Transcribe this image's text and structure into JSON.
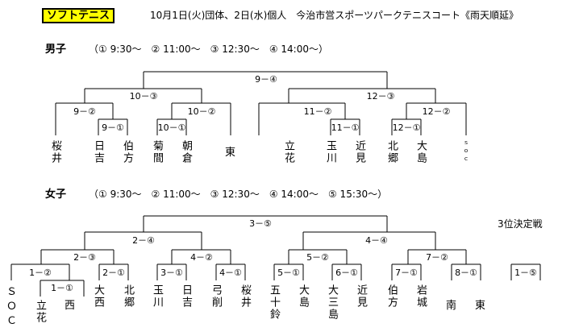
{
  "header": {
    "badge": "ソフトテニス",
    "info": "10月1日(火)団体、2日(水)個人　今治市営スポーツパークテニスコート《雨天順延》"
  },
  "boys": {
    "heading": "男子",
    "schedule": "（① 9:30～　② 11:00～　③ 12:30～　④ 14:00～）",
    "matches": {
      "final": "9－④",
      "l_semi": "10－③",
      "r_semi": "12－③",
      "ll": "9－②",
      "lr": "10－②",
      "rl": "11－②",
      "rr": "12－②",
      "q1": "9－①",
      "q2": "10－①",
      "q3": "11－①",
      "q4": "12－①"
    },
    "teams": [
      [
        "桜",
        "井"
      ],
      [
        "日",
        "吉"
      ],
      [
        "伯",
        "方"
      ],
      [
        "菊",
        "間"
      ],
      [
        "朝",
        "倉"
      ],
      [
        "東",
        ""
      ],
      [
        "立",
        "花"
      ],
      [
        "玉",
        "川"
      ],
      [
        "近",
        "見"
      ],
      [
        "北",
        "郷"
      ],
      [
        "大",
        "島"
      ],
      [
        "ｓ",
        "ｏ",
        "ｃ"
      ]
    ]
  },
  "girls": {
    "heading": "女子",
    "schedule": "（① 9:30～　② 11:00～　③ 12:30～　④ 14:00～　⑤ 15:30～）",
    "third_place_label": "3位決定戦",
    "matches": {
      "final": "3－⑤",
      "l_semi": "2－④",
      "r_semi": "4－④",
      "a": "2－③",
      "b": "4－②",
      "c": "5－②",
      "d": "7－②",
      "e": "1－②",
      "f": "2－①",
      "g": "3－①",
      "h": "4－①",
      "i": "5－①",
      "j": "6－①",
      "k": "7－①",
      "l": "8－①",
      "m": "1－①",
      "third": "1－⑤"
    },
    "teams": [
      [
        "Ｓ",
        "Ｏ",
        "Ｃ"
      ],
      [
        "立",
        "花"
      ],
      [
        "西",
        ""
      ],
      [
        "大",
        "西"
      ],
      [
        "北",
        "郷"
      ],
      [
        "玉",
        "川"
      ],
      [
        "日",
        "吉"
      ],
      [
        "弓",
        "削"
      ],
      [
        "桜",
        "井"
      ],
      [
        "五",
        "十",
        "鈴"
      ],
      [
        "大",
        "島"
      ],
      [
        "大",
        "三",
        "島"
      ],
      [
        "近",
        "見"
      ],
      [
        "伯",
        "方"
      ],
      [
        "岩",
        "城"
      ],
      [
        "南",
        ""
      ],
      [
        "東",
        ""
      ]
    ]
  }
}
